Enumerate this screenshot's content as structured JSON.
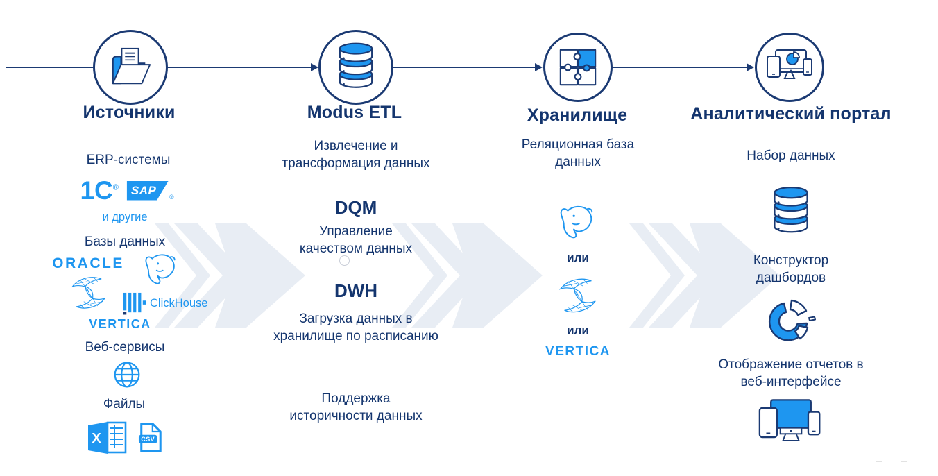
{
  "colors": {
    "navy_text": "#14356E",
    "navy_stroke": "#1B3A73",
    "accent_blue": "#1E96F0",
    "chevron_bg": "#E8EDF4"
  },
  "steps": [
    {
      "title": "Источники"
    },
    {
      "title": "Modus ETL",
      "subtitle_line1": "Извлечение и",
      "subtitle_line2": "трансформация данных"
    },
    {
      "title": "Хранилище",
      "subtitle_line1": "Реляционная база",
      "subtitle_line2": "данных"
    },
    {
      "title": "Аналитический портал",
      "subtitle_line1": "Набор данных"
    }
  ],
  "sources": {
    "erp_heading": "ERP-системы",
    "onec_label": "1С",
    "onec_reg": "®",
    "sap_label": "SAP",
    "sap_reg": "®",
    "and_others": "и другие",
    "db_heading": "Базы данных",
    "oracle_label": "ORACLE",
    "clickhouse_label": "ClickHouse",
    "vertica_label": "VERTICA",
    "web_heading": "Веб-сервисы",
    "files_heading": "Файлы",
    "excel_letter": "X",
    "csv_label": "CSV"
  },
  "etl": {
    "dqm_title": "DQM",
    "dqm_line1": "Управление",
    "dqm_line2": "качеством данных",
    "dwh_title": "DWH",
    "dwh_line1": "Загрузка данных в",
    "dwh_line2": "хранилище по расписанию",
    "history_line1": "Поддержка",
    "history_line2": "историчности данных"
  },
  "storage": {
    "or_label_1": "или",
    "or_label_2": "или",
    "vertica_label": "VERTICA"
  },
  "portal": {
    "constructor_line1": "Конструктор",
    "constructor_line2": "дашбордов",
    "display_line1": "Отображение отчетов в",
    "display_line2": "веб-интерфейсе"
  }
}
